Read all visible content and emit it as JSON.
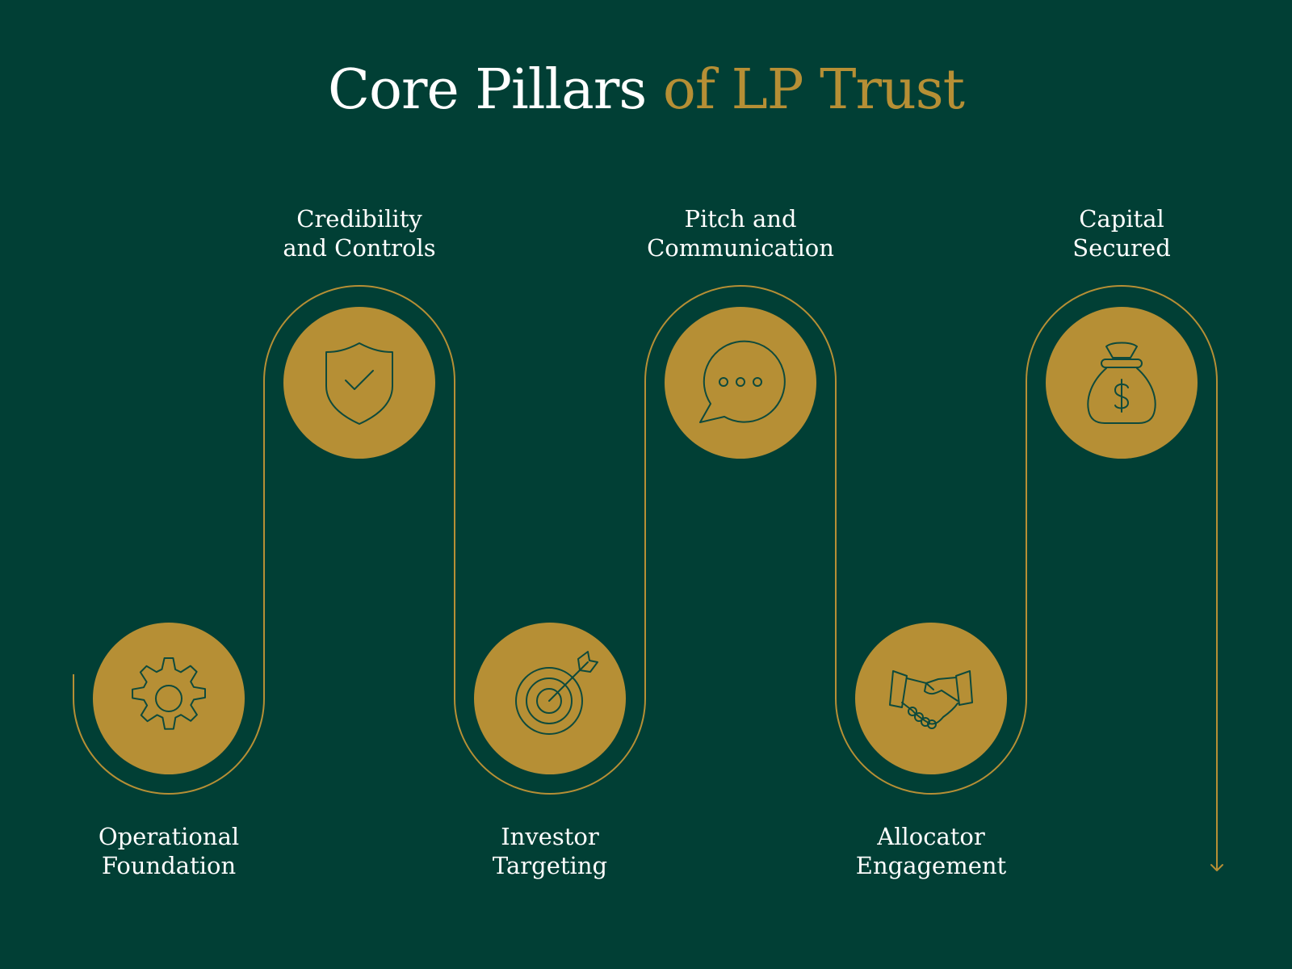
{
  "title": {
    "main": "Core Pillars",
    "accent": "of LP Trust"
  },
  "colors": {
    "background": "#013F35",
    "gold": "#B68F35",
    "text": "#FFFFFF",
    "icon_stroke": "#0E4A3C"
  },
  "pillars": [
    {
      "line1": "Operational",
      "line2": "Foundation",
      "icon": "gear-icon"
    },
    {
      "line1": "Credibility",
      "line2": "and Controls",
      "icon": "shield-check-icon"
    },
    {
      "line1": "Investor",
      "line2": "Targeting",
      "icon": "target-arrow-icon"
    },
    {
      "line1": "Pitch and",
      "line2": "Communication",
      "icon": "chat-bubble-icon"
    },
    {
      "line1": "Allocator",
      "line2": "Engagement",
      "icon": "handshake-icon"
    },
    {
      "line1": "Capital",
      "line2": "Secured",
      "icon": "money-bag-icon"
    }
  ]
}
